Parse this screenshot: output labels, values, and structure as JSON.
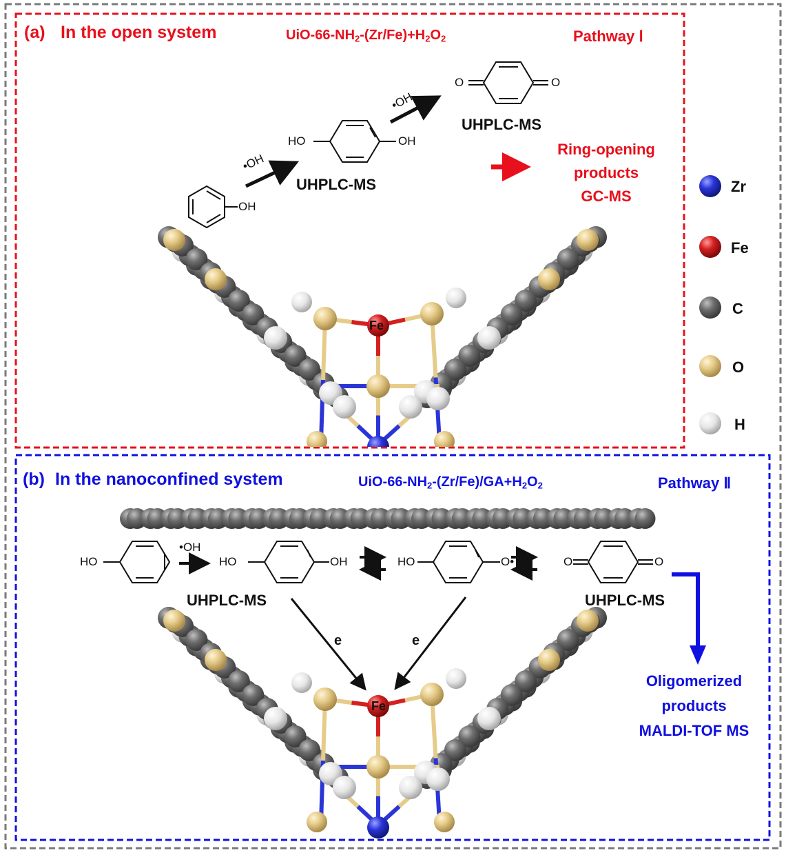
{
  "panel_a": {
    "label": "(a)",
    "title": "In the open system",
    "system_formula": {
      "pre": "UiO-66-NH",
      "s1": "2",
      "mid": "-(Zr/Fe)+H",
      "s2": "2",
      "mid2": "O",
      "s3": "2"
    },
    "pathway": "Pathway Ⅰ",
    "color": "#e8101c",
    "reactant": {
      "name": "phenol",
      "oh": "OH"
    },
    "step1_reagent": "•OH",
    "intermediate": {
      "name": "hydroquinone",
      "left": "HO",
      "right": "OH",
      "method": "UHPLC-MS"
    },
    "step2_reagent": "•OH",
    "product": {
      "name": "p-benzoquinone",
      "left": "O",
      "right": "O",
      "method": "UHPLC-MS"
    },
    "final_products": [
      "Ring-opening",
      "products",
      "GC-MS"
    ],
    "center_atom": "Fe"
  },
  "panel_b": {
    "label": "(b)",
    "title": "In the nanoconfined system",
    "system_formula": {
      "pre": "UiO-66-NH",
      "s1": "2",
      "mid": "-(Zr/Fe)/GA+H",
      "s2": "2",
      "mid2": "O",
      "s3": "2"
    },
    "pathway": "Pathway Ⅱ",
    "color": "#1010e0",
    "reactant": {
      "name": "phenol",
      "ho": "HO"
    },
    "step1_reagent": "•OH",
    "hydroquinone": {
      "left": "HO",
      "right": "OH",
      "method": "UHPLC-MS"
    },
    "semiquinone": {
      "left": "HO",
      "right": "O•"
    },
    "quinone": {
      "left": "O",
      "right": "O",
      "method": "UHPLC-MS"
    },
    "electron_labels": [
      "e",
      "e"
    ],
    "final_products": [
      "Oligomerized",
      "products",
      "MALDI-TOF MS"
    ],
    "center_atom": "Fe"
  },
  "legend": [
    {
      "element": "Zr",
      "color": "#2a35d8"
    },
    {
      "element": "Fe",
      "color": "#d42020"
    },
    {
      "element": "C",
      "color": "#707070"
    },
    {
      "element": "O",
      "color": "#e6cc8a"
    },
    {
      "element": "H",
      "color": "#e8e8e8"
    }
  ]
}
